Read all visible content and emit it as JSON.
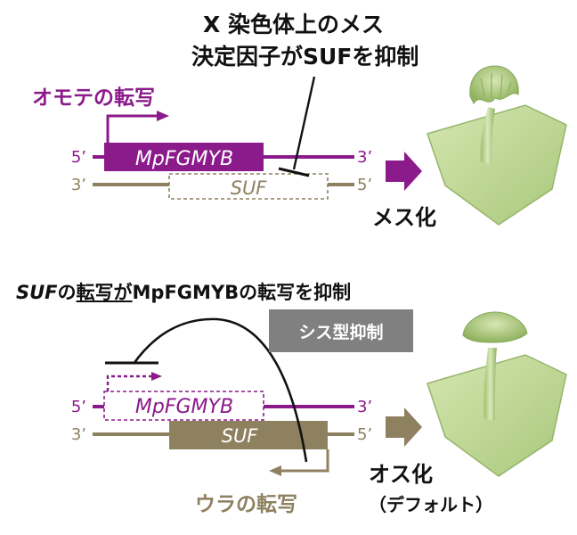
{
  "colors": {
    "purple": "#8b1a8b",
    "olive": "#8e8160",
    "black": "#111111",
    "gray": "#808080",
    "plant": "#b9d489"
  },
  "top": {
    "title_line1": "X 染色体上のメス",
    "title_line2": "決定因子がSUFを抑制",
    "sense_label": "オモテの転写",
    "gene_top": "MpFGMYB",
    "gene_bottom": "SUF",
    "strand_top_5": "5’",
    "strand_top_3": "3’",
    "strand_bottom_3": "3’",
    "strand_bottom_5": "5’",
    "outcome": "メス化"
  },
  "bottom": {
    "title": {
      "a": "SUF",
      "b": "の",
      "c": "転写が",
      "d": "MpFGMYB",
      "e": "の転写を抑制"
    },
    "cis_label": "シス型抑制",
    "gene_top": "MpFGMYB",
    "gene_bottom": "SUF",
    "strand_top_5": "5’",
    "strand_top_3": "3’",
    "strand_bottom_3": "3’",
    "strand_bottom_5": "5’",
    "antisense_label": "ウラの転写",
    "outcome": "オス化",
    "outcome_note": "（デフォルト）"
  }
}
